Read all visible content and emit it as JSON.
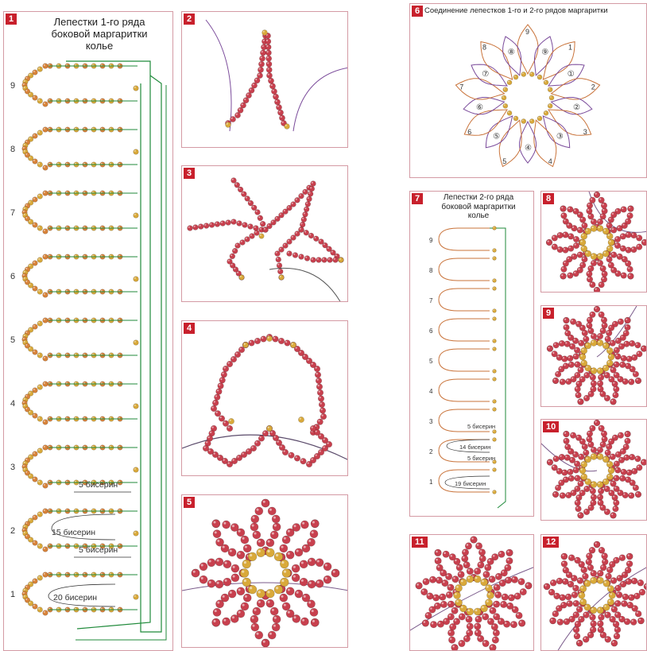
{
  "colors": {
    "bead_red": "#c8404e",
    "bead_gold": "#d9a93a",
    "bead_light": "#e7b8a8",
    "thread_green": "#1f8a3a",
    "thread_orange": "#c9733a",
    "thread_purple": "#7a4a9a",
    "badge": "#c8202c",
    "frame": "#d49aa4"
  },
  "panel1": {
    "num": "1",
    "title": [
      "Лепестки 1-го ряда",
      "боковой маргаритки",
      "колье"
    ],
    "rows": [
      "9",
      "8",
      "7",
      "6",
      "5",
      "4",
      "3",
      "2",
      "1"
    ],
    "labels": {
      "b5_a": "5 бисерин",
      "b15": "15 бисерин",
      "b5_b": "5 бисерин",
      "b20": "20 бисерин"
    }
  },
  "panel2": {
    "num": "2"
  },
  "panel3": {
    "num": "3"
  },
  "panel4": {
    "num": "4"
  },
  "panel5": {
    "num": "5"
  },
  "panel6": {
    "num": "6",
    "title": "Соединение лепестков 1-го и 2-го рядов маргаритки",
    "outer": [
      "9",
      "1",
      "2",
      "3",
      "4",
      "5",
      "6",
      "7",
      "8"
    ],
    "inner": [
      "⑨",
      "①",
      "②",
      "③",
      "④",
      "⑤",
      "⑥",
      "⑦",
      "⑧"
    ]
  },
  "panel7": {
    "num": "7",
    "title": [
      "Лепестки 2-го ряда",
      "боковой маргаритки",
      "колье"
    ],
    "rows": [
      "9",
      "8",
      "7",
      "6",
      "5",
      "4",
      "3",
      "2",
      "1"
    ],
    "labels": {
      "b5_a": "5 бисерин",
      "b14": "14 бисерин",
      "b5_b": "5 бисерин",
      "b19": "19 бисерин"
    }
  },
  "panel8": {
    "num": "8"
  },
  "panel9": {
    "num": "9"
  },
  "panel10": {
    "num": "10"
  },
  "panel11": {
    "num": "11"
  },
  "panel12": {
    "num": "12"
  }
}
